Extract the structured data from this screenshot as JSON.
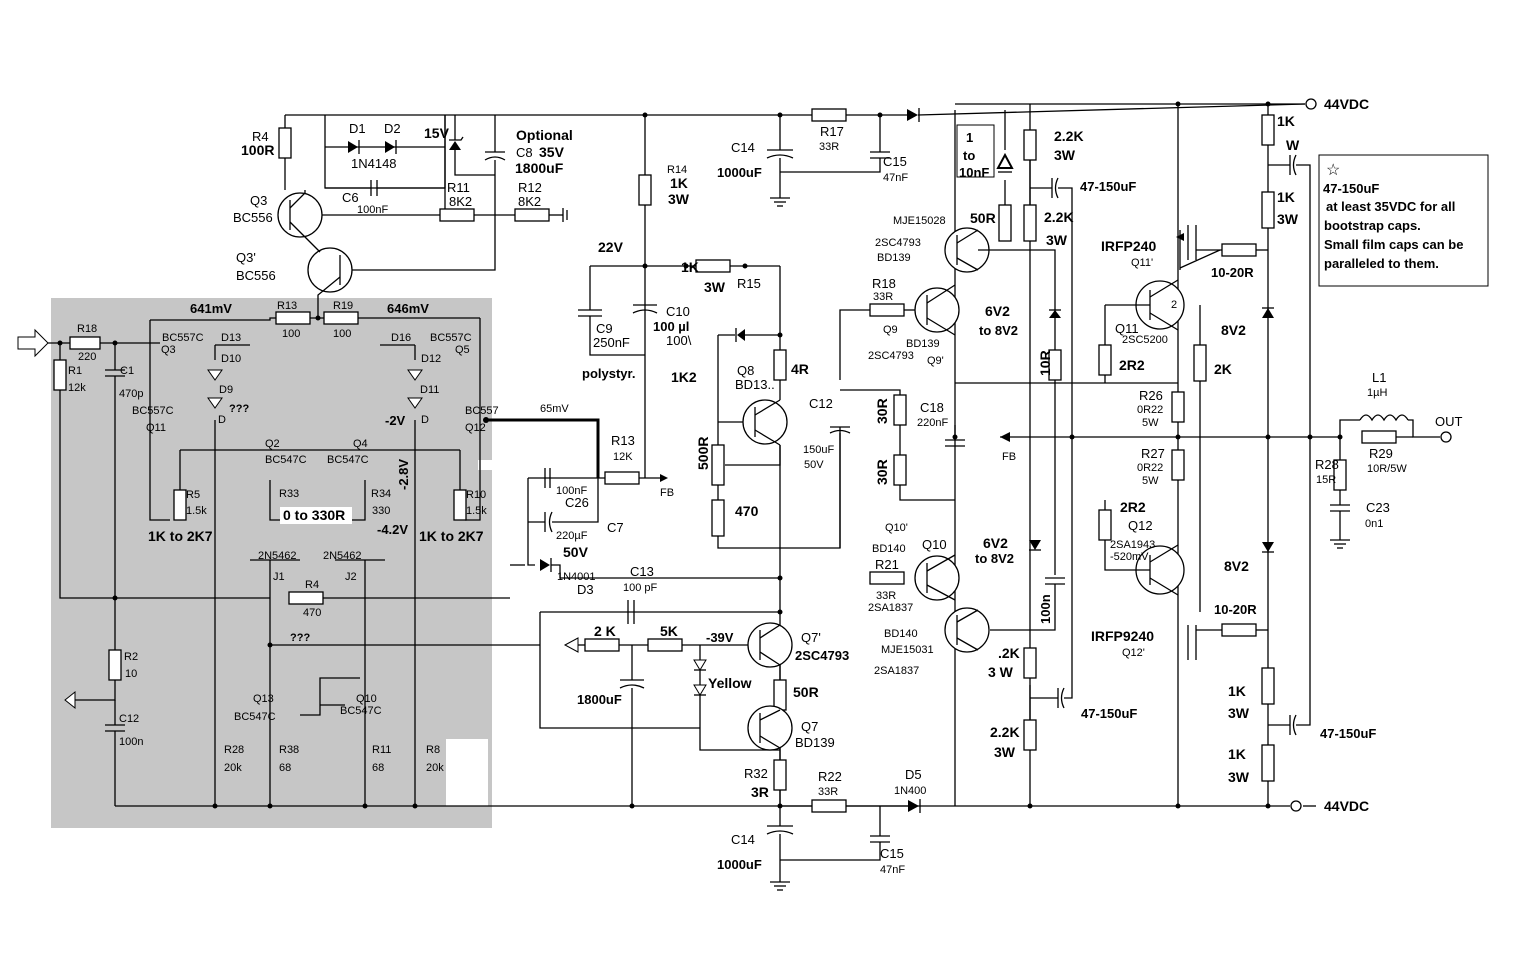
{
  "colors": {
    "ref": "#e00000",
    "cap": "#1a6fd0",
    "diode": "#e08000",
    "transistor": "#20a020",
    "annotation": "#1010c0",
    "shade": "#c6c6c6"
  },
  "supply": {
    "pos": "44VDC",
    "neg": "44VDC",
    "out": "OUT",
    "fb": "FB",
    "fb2": "FB"
  },
  "note": {
    "star": "☆",
    "line1": "47-150uF",
    "line2": "at least 35VDC for all",
    "line3": "bootstrap caps.",
    "line4": "Small film caps can be",
    "line5": "paralleled to them."
  },
  "v": {
    "v641": "641mV",
    "v646": "646mV",
    "vm2": "-2V",
    "vm28": "-2.8V",
    "vm42": "-4.2V",
    "v65": "65mV",
    "q1": "???",
    "q2": "???",
    "v39": "-39V",
    "vm520": "-520mV"
  },
  "top": {
    "r4": "R4",
    "r4v": "100R",
    "d1": "D1",
    "d2": "D2",
    "d12v": "1N4148",
    "z15": "15V",
    "opt": "Optional",
    "c8": "C8",
    "c8v": "35V",
    "c8v2": "1800uF",
    "q3": "Q3",
    "q3t": "BC556",
    "q3b": "Q3'",
    "q3bt": "BC556",
    "c6": "C6",
    "c6v": "100nF",
    "r11": "R11",
    "r11v": "8K2",
    "r12": "R12",
    "r12v": "8K2",
    "r14": "R14",
    "r14v": "1K",
    "r14w": "3W",
    "c14": "C14",
    "c14v": "1000uF",
    "r17": "R17",
    "r17v": "33R",
    "c15": "C15",
    "c15v": "47nF"
  },
  "vas": {
    "v22": "22V",
    "c9": "C9",
    "c9v": "250nF",
    "poly": "polystyr.",
    "c10": "C10",
    "c10v": "100 µl",
    "c10w": "100\\",
    "r15a": "1K",
    "r15w": "3W",
    "r15": "R15",
    "q8": "Q8",
    "q8t": "BD13..",
    "r1k2": "1K2",
    "r4r": "4R",
    "r500": "500R",
    "r470": "470",
    "c12": "C12",
    "c12v": "150uF",
    "c12w": "50V",
    "r13": "R13",
    "r13v": "12K",
    "c26v": "100nF",
    "c26": "C26",
    "c7v": "220µF",
    "c7w": "50V",
    "c7": "C7",
    "d3v": "1N4001",
    "d3": "D3",
    "c13": "C13",
    "c13v": "100 pF",
    "r2k": "2 K",
    "r5k": "5K",
    "c1800": "1800uF",
    "yellow": "Yellow",
    "q7b": "Q7'",
    "q7bt": "2SC4793",
    "r50": "50R",
    "q7": "Q7",
    "q7t": "BD139",
    "r32": "R32",
    "r32v": "3R",
    "r22": "R22",
    "r22v": "33R",
    "d5": "D5",
    "d5v": "1N400",
    "c14b": "C14",
    "c14bv": "1000uF",
    "c15b": "C15",
    "c15bv": "47nF"
  },
  "input": {
    "r18": "R18",
    "r18v": "220",
    "r1": "R1",
    "r1v": "12k",
    "c1": "C1",
    "c1v": "470p",
    "r2": "R2",
    "r2v": "10",
    "c12": "C12",
    "c12v": "100n",
    "q3": "Q3",
    "bc557a": "BC557C",
    "bc557b": "BC557C",
    "q11": "Q11",
    "d13": "D13",
    "d10": "D10",
    "d9": "D9",
    "d": "D",
    "q2": "Q2",
    "bc547a": "BC547C",
    "r5": "R5",
    "r5v": "1.5k",
    "r1k2k7a": "1K to 2K7",
    "r13": "R13",
    "r13v": "100",
    "r19": "R19",
    "r19v": "100",
    "r33": "R33",
    "r33v": "0 to 330R",
    "r34": "R34",
    "r34v": "330",
    "q4": "Q4",
    "bc547b": "BC547C",
    "d16": "D16",
    "d12": "D12",
    "d11": "D11",
    "dd": "D",
    "q5": "Q5",
    "bc557c": "BC557C",
    "bc557d": "BC557",
    "q12": "Q12",
    "r10": "R10",
    "r10v": "1.5k",
    "r1k2k7b": "1K to 2K7",
    "j1t": "2N5462",
    "j1": "J1",
    "j2t": "2N5462",
    "j2": "J2",
    "r4": "R4",
    "r4v": "470",
    "q13": "Q13",
    "bc547c": "BC547C",
    "q10": "Q10",
    "bc547d": "BC547C",
    "r28": "R28",
    "r28v": "20k",
    "r38": "R38",
    "r38v": "68",
    "r11": "R11",
    "r11v": "68",
    "r8": "R8",
    "r8v": "20k"
  },
  "out": {
    "c1to10": "1",
    "c1to10b": "to",
    "c1to10c": "10nF",
    "r22k": "2.2K",
    "r3w": "3W",
    "c47": "47-150uF",
    "mje28": "MJE15028",
    "sc4793": "2SC4793",
    "bd139": "BD139",
    "r50": "50R",
    "r22kb": "2.2K",
    "r3wb": "3W",
    "r18": "R18",
    "r18v": "33R",
    "q9": "Q9",
    "bd139b": "BD139",
    "sc4793b": "2SC4793",
    "q9b": "Q9'",
    "z62a": "6V2",
    "z62a2": "to 8V2",
    "r10r": "10R",
    "r30a": "30R",
    "c18": "C18",
    "c18v": "220nF",
    "r30b": "30R",
    "r2r2a": "2R2",
    "r2r2b": "2R2",
    "q10b": "Q10'",
    "bd140": "BD140",
    "q10": "Q10",
    "r21": "R21",
    "r21v": "33R",
    "sa1837": "2SA1837",
    "z62b": "6V2",
    "z62b2": "to 8V2",
    "c100n": "100n",
    "bd140b": "BD140",
    "mje31": "MJE15031",
    "sa1837b": "2SA1837",
    "r2k": ".2K",
    "r3wc": "3 W",
    "c47b": "47-150uF",
    "r22kc": "2.2K",
    "r3wd": "3W",
    "irfp240": "IRFP240",
    "q11b": "Q11'",
    "r1020a": "10-20R",
    "q11": "Q11",
    "sc5200": "2SC5200",
    "r26": "R26",
    "r26v": "0R22",
    "r26w": "5W",
    "r27": "R27",
    "r27v": "0R22",
    "r27w": "5W",
    "q12": "Q12",
    "sa1943": "2SA1943",
    "irfp9240": "IRFP9240",
    "q12b": "Q12'",
    "r1020b": "10-20R",
    "z82a": "8V2",
    "r2kb": "2K",
    "z82b": "8V2",
    "r1ka": "1K",
    "r1kaw": "W",
    "r1kb": "1K",
    "r1kbw": "3W",
    "r1kc": "1K",
    "r1kcw": "3W",
    "r1kd": "1K",
    "r1kdw": "3W",
    "c47c": "47-150uF",
    "l1": "L1",
    "l1v": "1µH",
    "r28": "R28",
    "r28v": "15R",
    "r29": "R29",
    "r29v": "10R/5W",
    "c23": "C23",
    "c23v": "0n1",
    "n2": "2"
  }
}
